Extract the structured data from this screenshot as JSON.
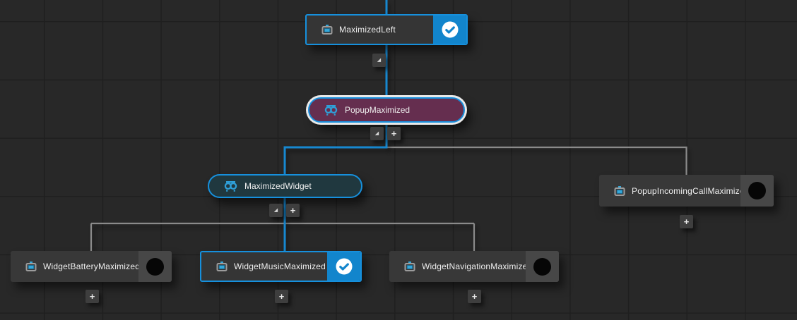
{
  "editor": {
    "kind": "visual-state-graph-canvas"
  },
  "palette": {
    "background": "#282828",
    "grid_line": "#1f1f1f",
    "accent_blue": "#1788d0",
    "cap_blue": "#1285cc",
    "line_gray": "#8a8a8a",
    "node_bg": "#383838",
    "node_cap_bg": "#474747",
    "pill_popup_bg": "#652e4f",
    "pill_widget_bg": "#20383f",
    "selection_ring": "#e9e9e9"
  },
  "nodes": [
    {
      "id": "maximized-left",
      "label": "MaximizedLeft",
      "kind": "visual-state",
      "icon": "screen-icon",
      "status": "checked"
    },
    {
      "id": "popup-maximized",
      "label": "PopupMaximized",
      "kind": "state-group",
      "icon": "goggles-icon",
      "selected": true
    },
    {
      "id": "maximized-widget",
      "label": "MaximizedWidget",
      "kind": "state-group",
      "icon": "goggles-icon",
      "selected": false
    },
    {
      "id": "popup-incoming-call-maximized",
      "label": "PopupIncomingCallMaximized",
      "kind": "visual-state",
      "icon": "screen-icon",
      "status": "unchecked"
    },
    {
      "id": "widget-battery-maximized",
      "label": "WidgetBatteryMaximized",
      "kind": "visual-state",
      "icon": "screen-icon",
      "status": "unchecked"
    },
    {
      "id": "widget-music-maximized",
      "label": "WidgetMusicMaximized",
      "kind": "visual-state",
      "icon": "screen-icon",
      "status": "checked"
    },
    {
      "id": "widget-navigation-maximized",
      "label": "WidgetNavigationMaximized",
      "kind": "visual-state",
      "icon": "screen-icon",
      "status": "unchecked"
    }
  ],
  "glyphs": {
    "add": "+",
    "collapse": "◢"
  }
}
